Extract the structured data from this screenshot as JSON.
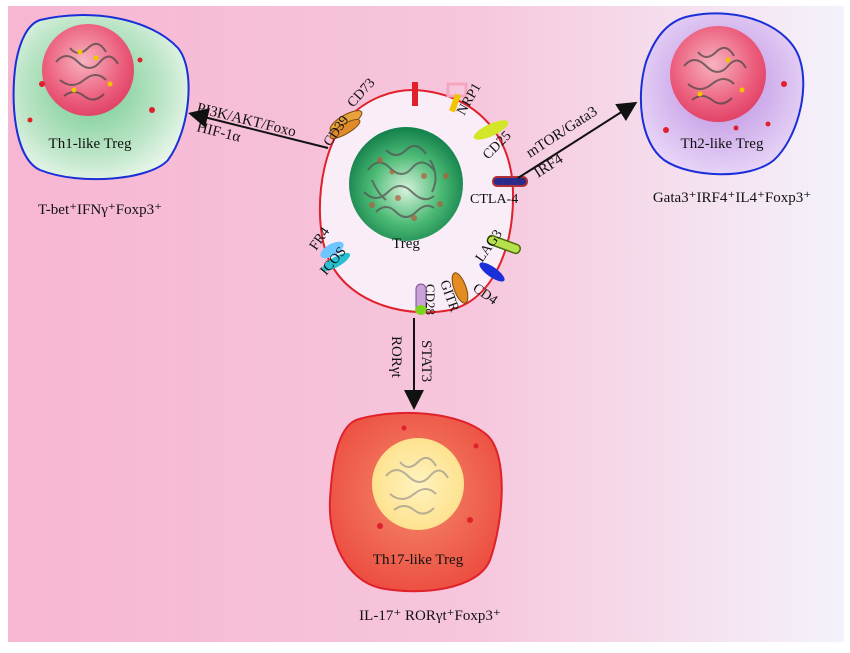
{
  "center_cell": {
    "name": "Treg"
  },
  "cells": {
    "th1": {
      "name": "Th1-like  Treg",
      "phenotype": "T-bet⁺IFNγ⁺Foxp3⁺"
    },
    "th2": {
      "name": "Th2-like  Treg",
      "phenotype": "Gata3⁺IRF4⁺IL4⁺Foxp3⁺"
    },
    "th17": {
      "name": "Th17-like  Treg",
      "phenotype": "IL-17⁺  RORγt⁺Foxp3⁺"
    }
  },
  "pathways": {
    "to_th1_line1": "PI3K/AKT/Foxo",
    "to_th1_line2": "HIF-1α",
    "to_th2_line1": "mTOR/Gata3",
    "to_th2_line2": "IRF4",
    "to_th17_line1": "STAT3",
    "to_th17_line2": "RORγt"
  },
  "markers": {
    "cd73": "CD73",
    "cd39": "CD39",
    "nrp1": "NRP1",
    "cd25": "CD25",
    "ctla4": "CTLA-4",
    "lag3": "LAG3",
    "cd4": "CD4",
    "gitr": "GITR",
    "cd28": "CD28",
    "icos": "ICOS",
    "fr4": "FR4"
  },
  "colors": {
    "background_left": "#f7b6d2",
    "background_right": "#f4f0fb",
    "treg_nucleus": "#1f9e5a",
    "th1_cell": "#8fd3a8",
    "th2_cell": "#c49be6",
    "th17_cell": "#f06a5a",
    "cell_outline_red": "#e0202a",
    "cell_outline_blue": "#1a2fd8"
  }
}
